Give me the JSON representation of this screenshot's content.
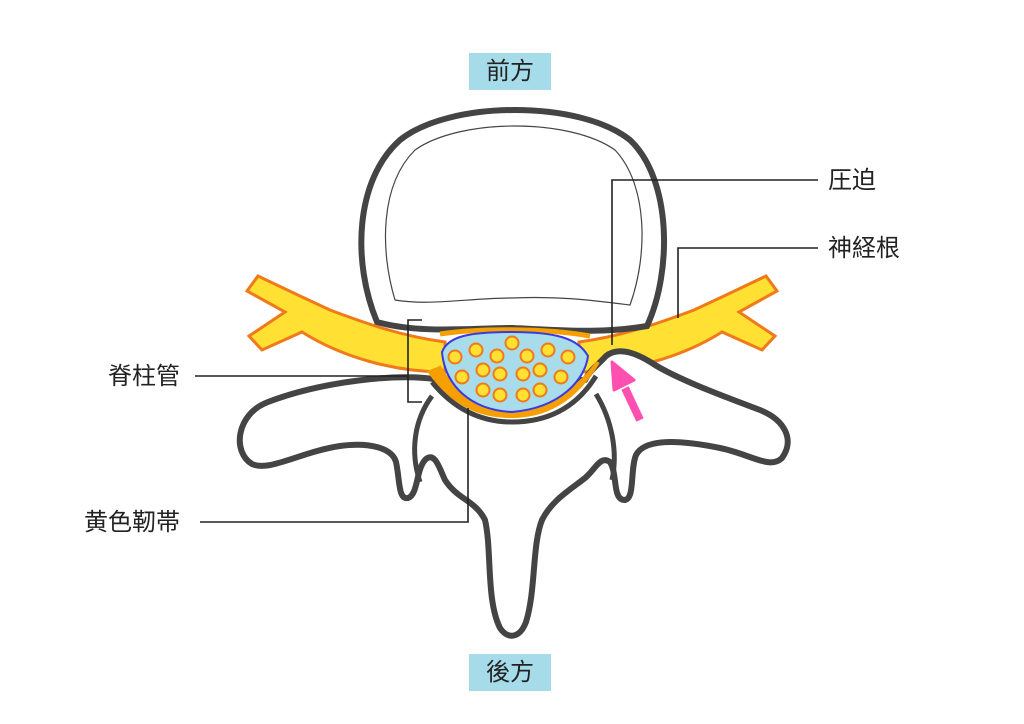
{
  "directions": {
    "front": "前方",
    "back": "後方"
  },
  "labels": {
    "compression": "圧迫",
    "nerve_root": "神経根",
    "spinal_canal": "脊柱管",
    "ligamentum_flavum": "黄色靭帯"
  },
  "colors": {
    "direction_box": "#a6dcea",
    "bone_outline": "#444444",
    "nerve_fill": "#ffe033",
    "nerve_outline": "#f07a1a",
    "ligament": "#f5a000",
    "canal_fill": "#a8dcea",
    "canal_outline": "#3a3adf",
    "arrow": "#ff4fb0"
  }
}
